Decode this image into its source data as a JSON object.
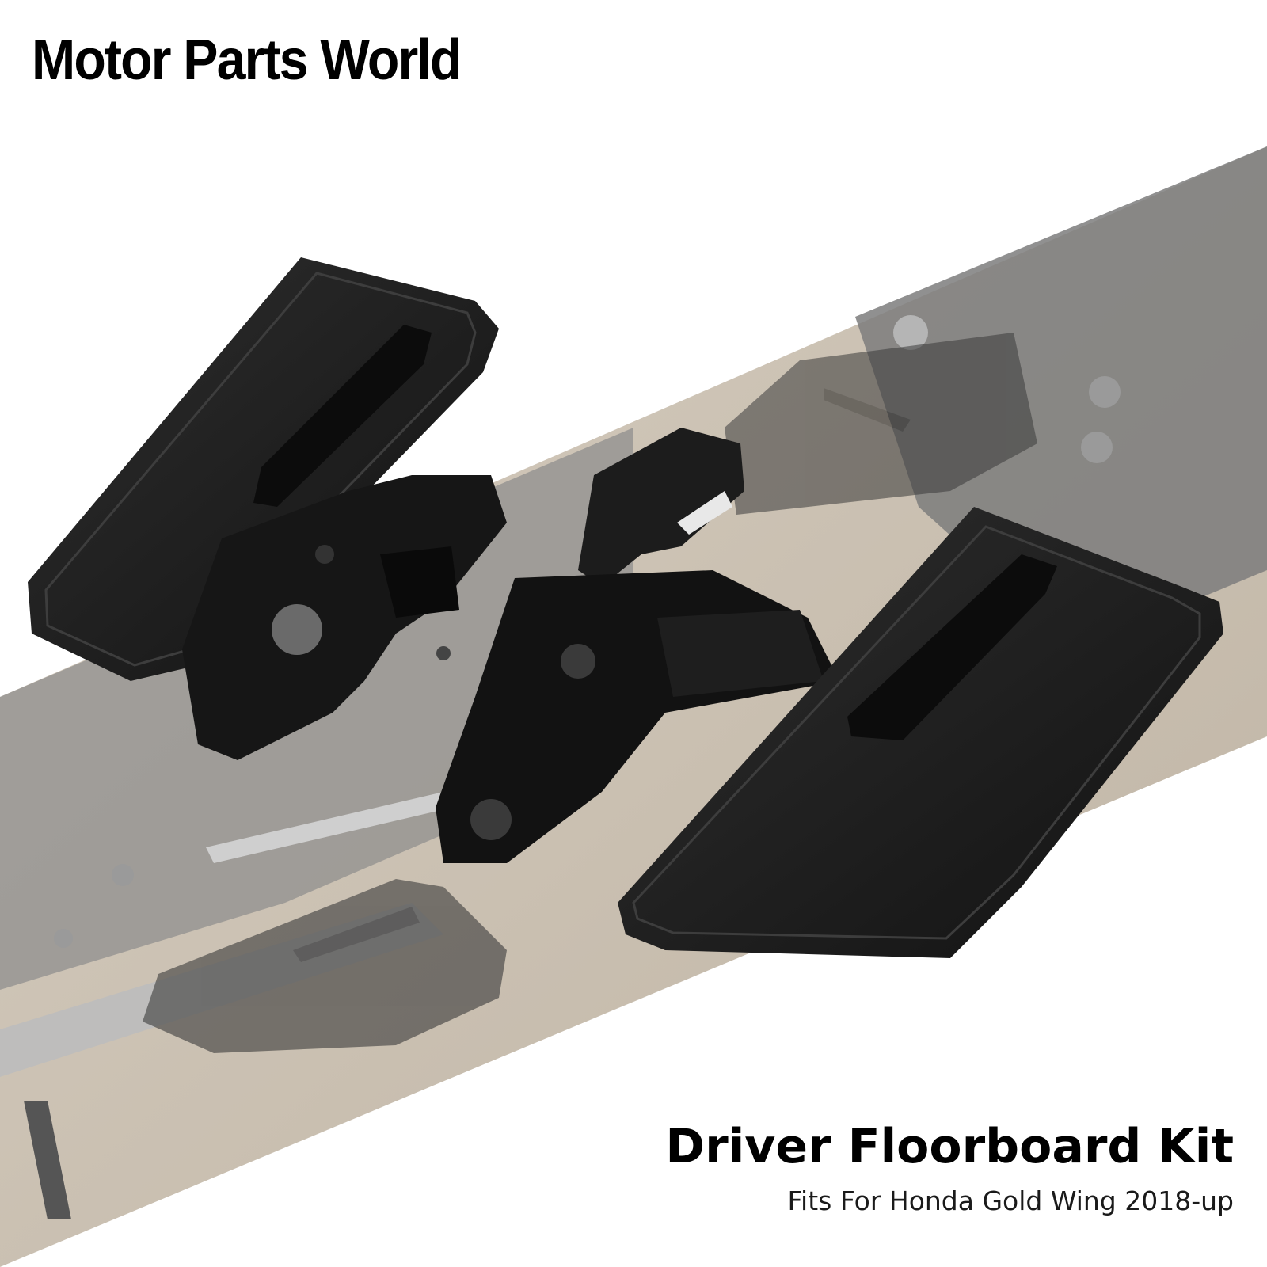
{
  "brand": {
    "name": "Motor Parts World"
  },
  "product": {
    "title": "Driver Floorboard Kit",
    "subtitle": "Fits For Honda Gold Wing 2018-up"
  },
  "colors": {
    "background": "#ffffff",
    "text": "#000000",
    "ground": "#c9bfb1",
    "part": "#1a1a1a",
    "faded_part": "#6e6e6e",
    "metal": "#a8a8a8"
  }
}
